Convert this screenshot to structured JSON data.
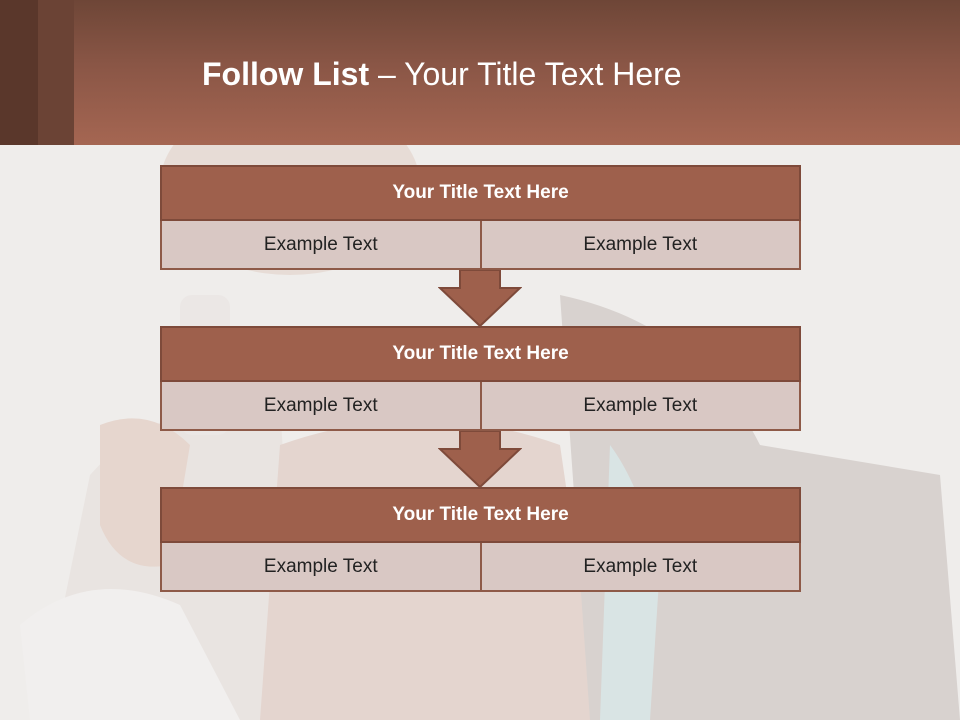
{
  "header": {
    "title_bold": "Follow List",
    "title_dash": " – ",
    "title_rest": "Your Title Text Here"
  },
  "blocks": [
    {
      "title": "Your Title Text Here",
      "cells": [
        "Example Text",
        "Example Text"
      ]
    },
    {
      "title": "Your Title Text Here",
      "cells": [
        "Example Text",
        "Example Text"
      ]
    },
    {
      "title": "Your Title Text Here",
      "cells": [
        "Example Text",
        "Example Text"
      ]
    }
  ],
  "colors": {
    "header_brown": "#a56652",
    "box_title": "#9e604c",
    "box_cell": "#d9c8c4",
    "arrow": "#9e604c"
  }
}
